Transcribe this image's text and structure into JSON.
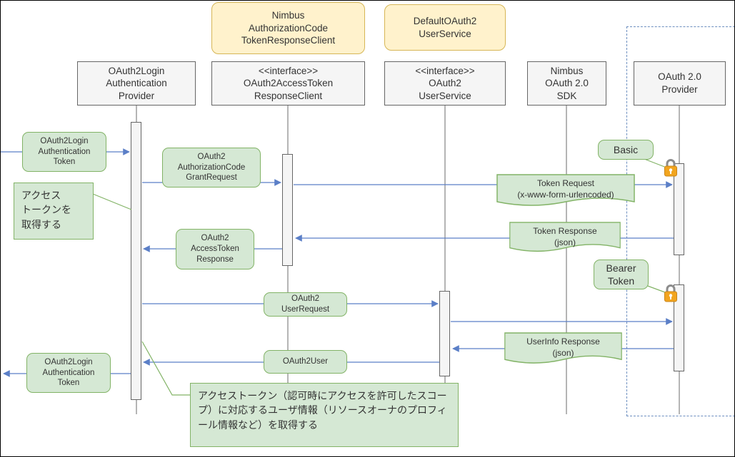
{
  "palette": {
    "yellow_fill": "#FFF2CC",
    "yellow_border": "#D6B656",
    "gray_fill": "#F5F5F5",
    "gray_border": "#666666",
    "green_fill": "#D5E8D4",
    "green_border": "#82B366",
    "arrow_blue": "#5B7FC7",
    "boundary_blue": "#6C8EBF",
    "lock_orange": "#F2A51F"
  },
  "top_notes": [
    {
      "label": "Nimbus\nAuthorizationCode\nTokenResponseClient"
    },
    {
      "label": "DefaultOAuth2\nUserService"
    }
  ],
  "participants": [
    {
      "label": "OAuth2Login\nAuthentication\nProvider"
    },
    {
      "label": "<<interface>>\nOAuth2AccessToken\nResponseClient"
    },
    {
      "label": "<<interface>>\nOAuth2\nUserService"
    },
    {
      "label": "Nimbus\nOAuth 2.0\nSDK"
    },
    {
      "label": "OAuth 2.0\nProvider"
    }
  ],
  "messages": {
    "login_token_in": "OAuth2Login\nAuthentication\nToken",
    "grant_request": "OAuth2\nAuthorizationCode\nGrantRequest",
    "token_request": "Token Request\n(x-www-form-urlencoded)",
    "token_response": "Token Response\n(json)",
    "access_token_response": "OAuth2\nAccessToken\nResponse",
    "basic": "Basic",
    "bearer_token": "Bearer\nToken",
    "user_request": "OAuth2\nUserRequest",
    "userinfo_response": "UserInfo Response\n(json)",
    "oauth2_user": "OAuth2User",
    "login_token_out": "OAuth2Login\nAuthentication\nToken"
  },
  "annotations": {
    "get_access_token": "アクセス\nトークンを\n取得する",
    "get_user_info": "アクセストークン（認可時にアクセスを許可したスコープ）に対応するユーザ情報（リソースオーナのプロフィール情報など）を取得する"
  }
}
